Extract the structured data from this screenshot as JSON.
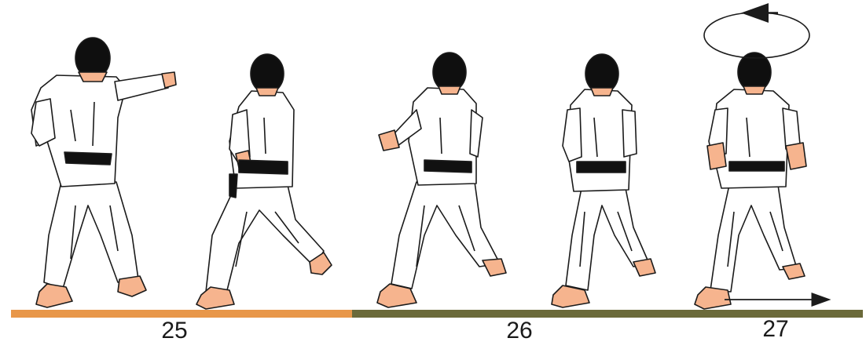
{
  "steps": [
    {
      "label": "25",
      "segment_color": "#e8974a"
    },
    {
      "label": "26",
      "segment_color": "#6b6a3a"
    },
    {
      "label": "27",
      "segment_color": "#6b6a3a"
    }
  ],
  "colors": {
    "gi": "#ffffff",
    "outline": "#1b1b1b",
    "belt": "#111111",
    "hair": "#0f0f0f",
    "skin": "#f6b48e"
  },
  "icons": [
    "rotation-arrow-icon",
    "movement-arrow-icon"
  ]
}
